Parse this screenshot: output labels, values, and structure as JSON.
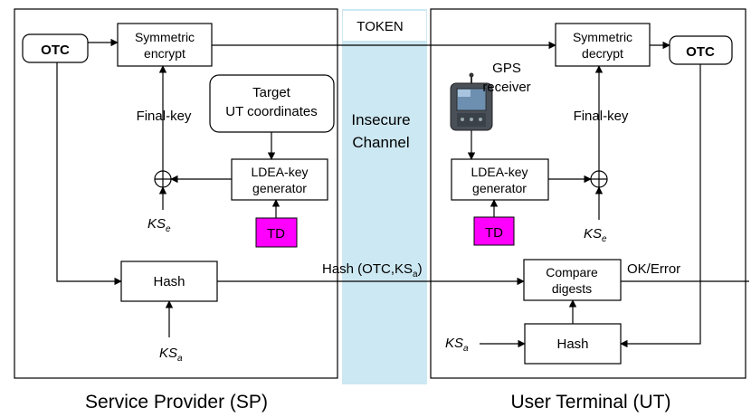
{
  "labels": {
    "token": "TOKEN",
    "insecure_channel_line1": "Insecure",
    "insecure_channel_line2": "Channel",
    "sp_caption": "Service Provider (SP)",
    "ut_caption": "User Terminal (UT)",
    "hash_message_prefix": "Hash (OTC,KS",
    "hash_message_sub": "a",
    "hash_message_suffix": ")",
    "ok_error": "OK/Error",
    "gps_line1": "GPS",
    "gps_line2": "receiver"
  },
  "sp": {
    "otc": "OTC",
    "encrypt_line1": "Symmetric",
    "encrypt_line2": "encrypt",
    "final_key": "Final-key",
    "target_line1": "Target",
    "target_line2": "UT coordinates",
    "ldea_line1": "LDEA-key",
    "ldea_line2": "generator",
    "td": "TD",
    "kse_main": "KS",
    "kse_sub": "e",
    "hash": "Hash",
    "ksa_main": "KS",
    "ksa_sub": "a"
  },
  "ut": {
    "otc": "OTC",
    "decrypt_line1": "Symmetric",
    "decrypt_line2": "decrypt",
    "final_key": "Final-key",
    "ldea_line1": "LDEA-key",
    "ldea_line2": "generator",
    "td": "TD",
    "kse_main": "KS",
    "kse_sub": "e",
    "compare_line1": "Compare",
    "compare_line2": "digests",
    "hash": "Hash",
    "ksa_main": "KS",
    "ksa_sub": "a"
  },
  "colors": {
    "channel": "#cce8f2",
    "td_fill": "#ff00ff",
    "stroke": "#000000"
  }
}
